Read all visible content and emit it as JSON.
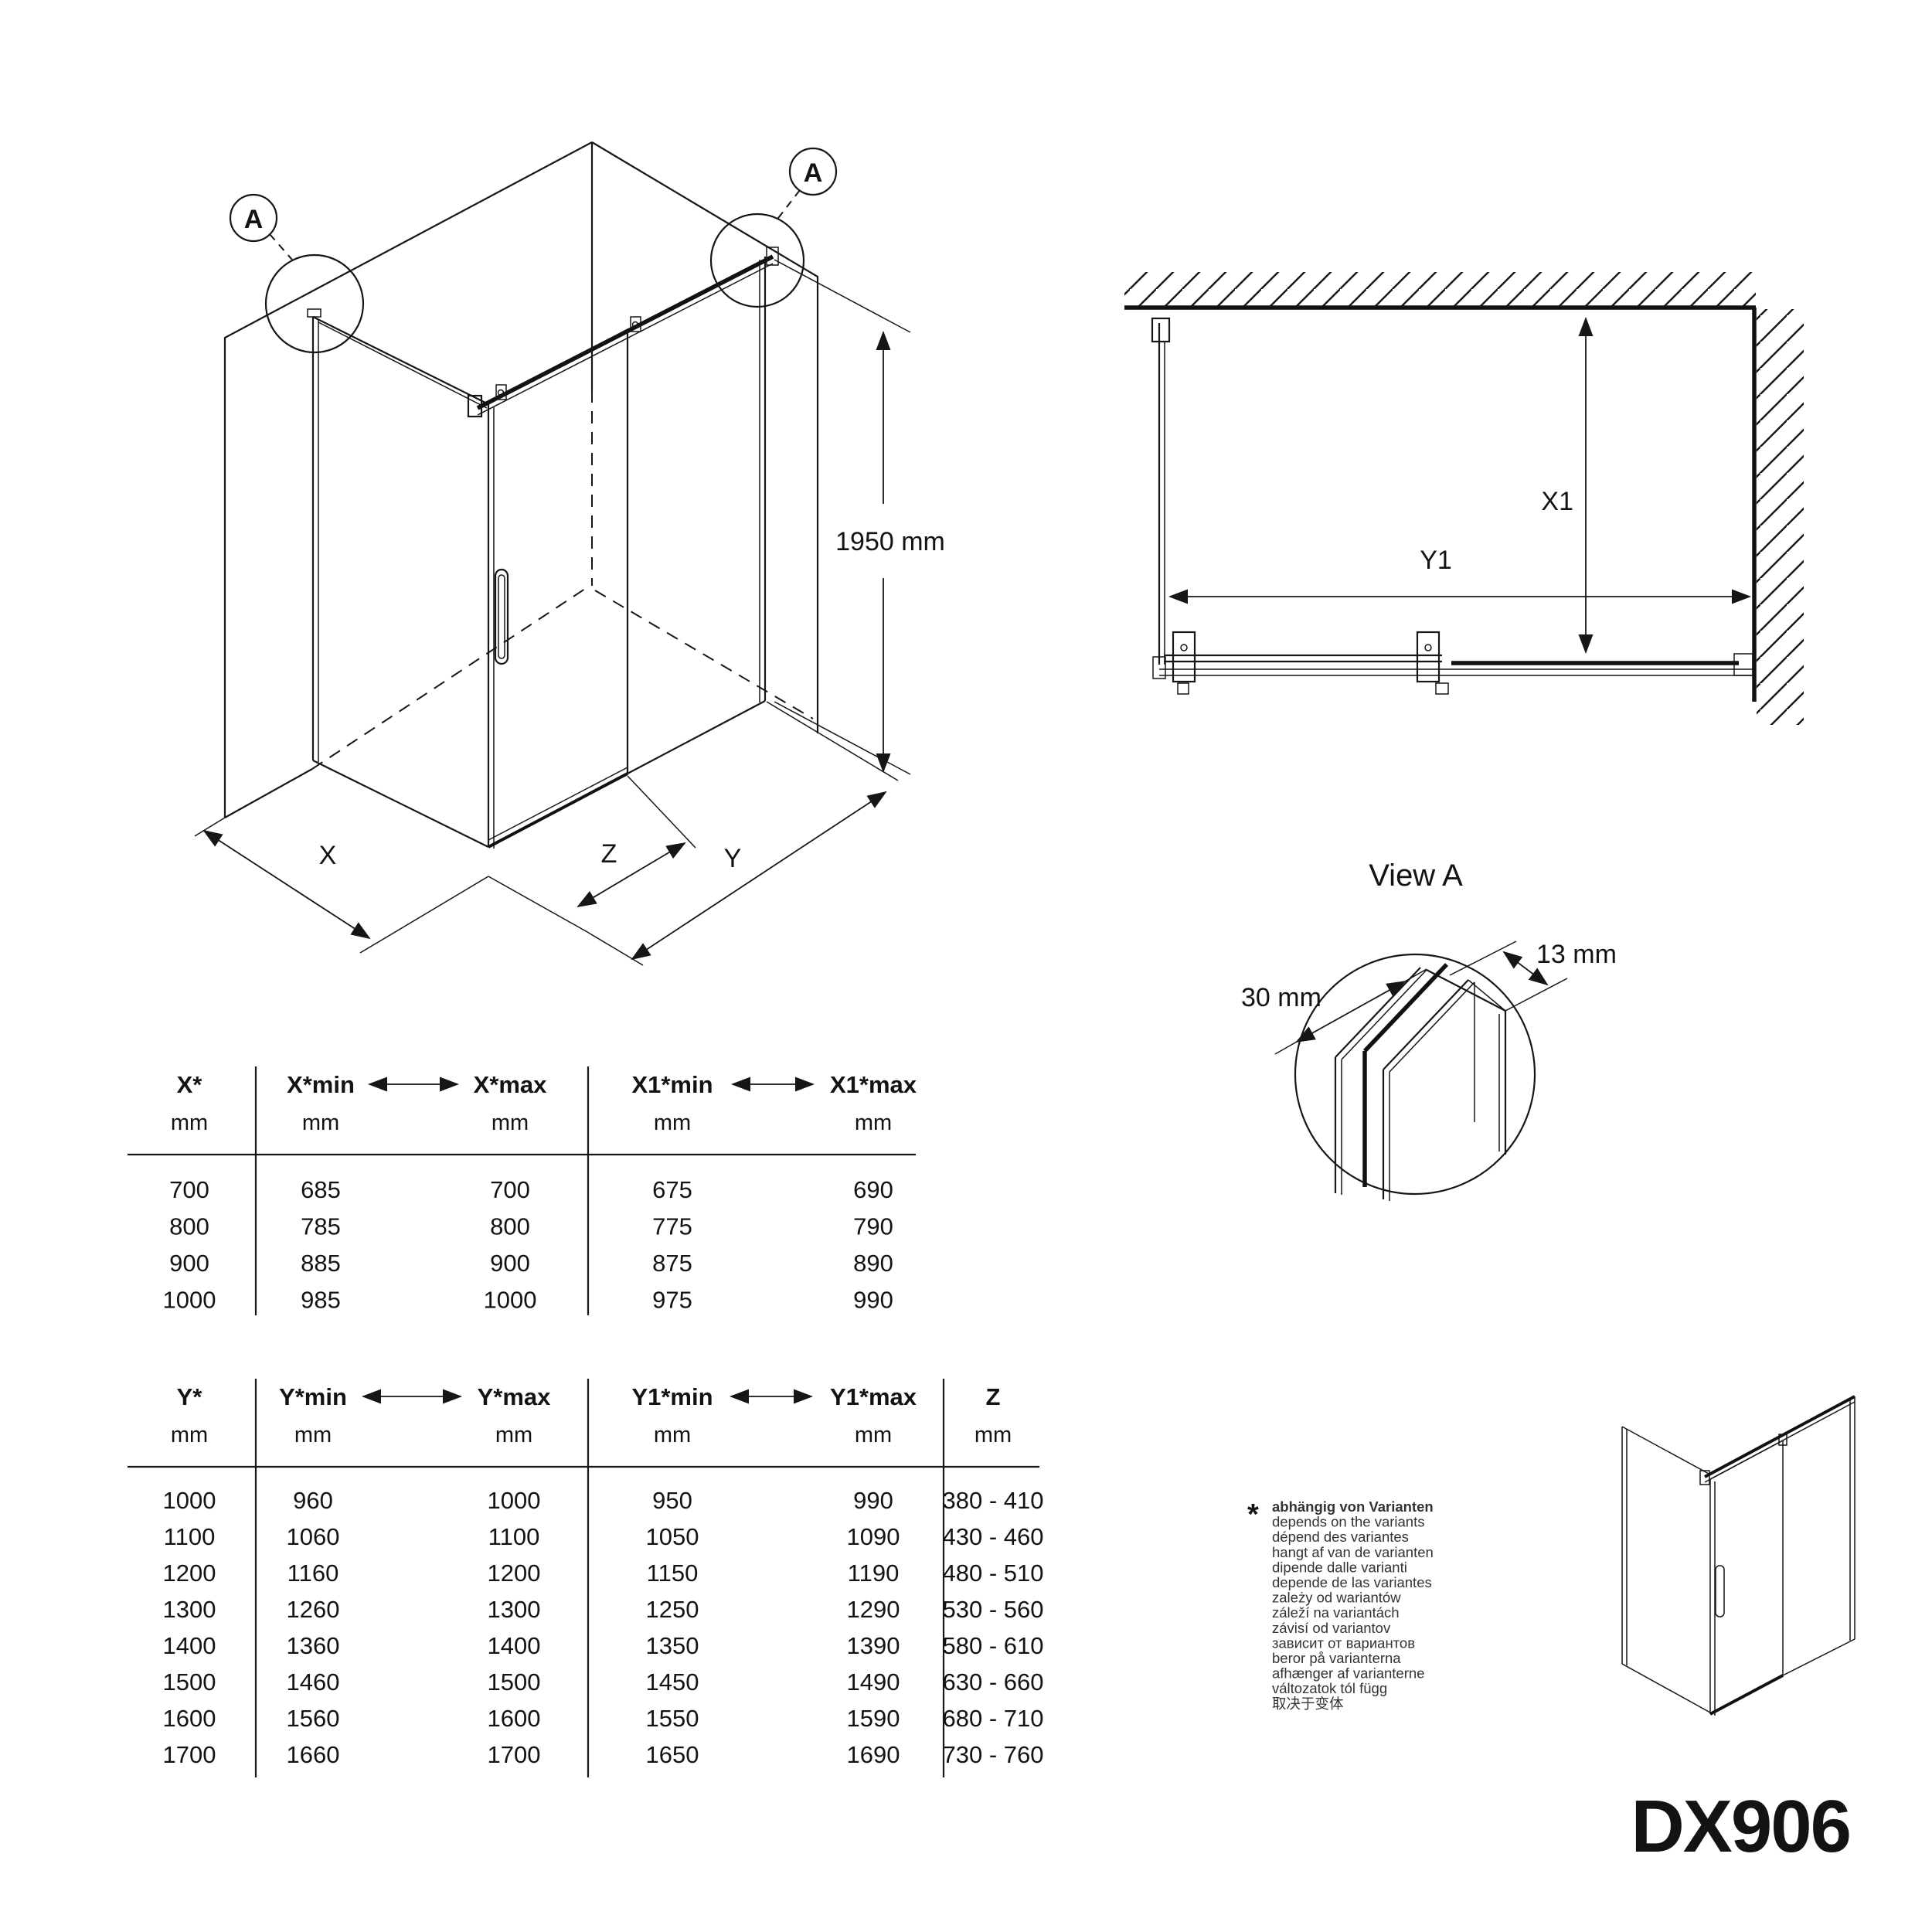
{
  "product": {
    "model": "DX906"
  },
  "iso": {
    "detail_label": "A",
    "height_label": "1950 mm",
    "dim_x": "X",
    "dim_y": "Y",
    "dim_z": "Z"
  },
  "plan": {
    "dim_x1": "X1",
    "dim_y1": "Y1"
  },
  "view_a": {
    "title": "View A",
    "dim_depth": "30 mm",
    "dim_width": "13 mm"
  },
  "table_x": {
    "unit": "mm",
    "col_headers": {
      "c1": "X*",
      "min": "X*min",
      "max": "X*max",
      "min1": "X1*min",
      "max1": "X1*max"
    },
    "rows": [
      [
        "700",
        "685",
        "700",
        "675",
        "690"
      ],
      [
        "800",
        "785",
        "800",
        "775",
        "790"
      ],
      [
        "900",
        "885",
        "900",
        "875",
        "890"
      ],
      [
        "1000",
        "985",
        "1000",
        "975",
        "990"
      ]
    ]
  },
  "table_y": {
    "unit": "mm",
    "col_headers": {
      "c1": "Y*",
      "min": "Y*min",
      "max": "Y*max",
      "min1": "Y1*min",
      "max1": "Y1*max",
      "z": "Z"
    },
    "rows": [
      [
        "1000",
        "960",
        "1000",
        "950",
        "990",
        "380 - 410"
      ],
      [
        "1100",
        "1060",
        "1100",
        "1050",
        "1090",
        "430 - 460"
      ],
      [
        "1200",
        "1160",
        "1200",
        "1150",
        "1190",
        "480 - 510"
      ],
      [
        "1300",
        "1260",
        "1300",
        "1250",
        "1290",
        "530 - 560"
      ],
      [
        "1400",
        "1360",
        "1400",
        "1350",
        "1390",
        "580 - 610"
      ],
      [
        "1500",
        "1460",
        "1500",
        "1450",
        "1490",
        "630 - 660"
      ],
      [
        "1600",
        "1560",
        "1600",
        "1550",
        "1590",
        "680 - 710"
      ],
      [
        "1700",
        "1660",
        "1700",
        "1650",
        "1690",
        "730 - 760"
      ]
    ]
  },
  "footnote": {
    "symbol": "*",
    "lines": [
      "abhängig von Varianten",
      "depends on the variants",
      "dépend des variantes",
      "hangt af van de varianten",
      "dipende dalle varianti",
      "depende de las variantes",
      "zależy od wariantów",
      "záleží na variantách",
      "závisí od variantov",
      "зависит от вариантов",
      "beror på varianterna",
      "afhænger af varianterne",
      "változatok tól függ",
      "取决于变体"
    ]
  }
}
